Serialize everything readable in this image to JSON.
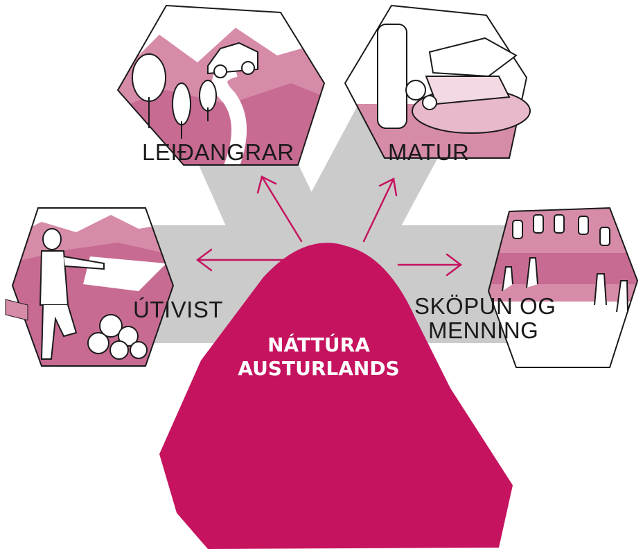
{
  "center": {
    "line1": "NÁTTÚRA",
    "line2": "AUSTURLANDS"
  },
  "nodes": {
    "leidangrar": "LEIÐANGRAR",
    "matur": "MATUR",
    "utivist": "ÚTIVIST",
    "skopun_line1": "SKÖPUN OG",
    "skopun_line2": "MENNING"
  },
  "colors": {
    "magenta": "#c5135f",
    "pink": "#d58aa8",
    "gray": "#c9c9c9",
    "ink": "#1a1a1a"
  }
}
